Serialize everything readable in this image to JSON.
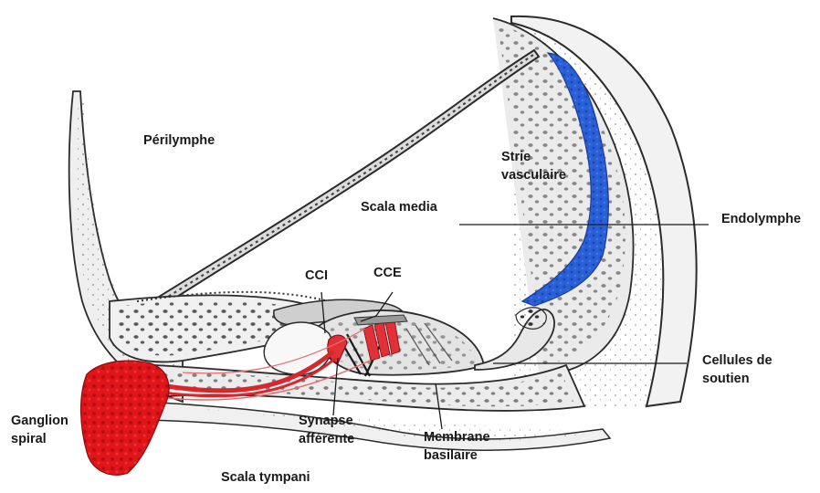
{
  "diagram": {
    "labels": {
      "perilymphe": "Périlymphe",
      "strie_line1": "Strie",
      "strie_line2": "vasculaire",
      "scala_media": "Scala media",
      "endolymphe": "Endolymphe",
      "cci": "CCI",
      "cce": "CCE",
      "cellules_line1": "Cellules de",
      "cellules_line2": "soutien",
      "ganglion_line1": "Ganglion",
      "ganglion_line2": "spiral",
      "synapse_line1": "Synapse",
      "synapse_line2": "afférente",
      "membrane_line1": "Membrane",
      "membrane_line2": "basilaire",
      "scala_tympani": "Scala tympani"
    },
    "colors": {
      "stria_vascularis": "#2a5fd6",
      "spiral_ganglion": "#e0151a",
      "nerve_fibers": "#d8262a",
      "outer_hair_cells": "#e03038",
      "outline": "#2b2b2b",
      "tissue": "#f4f4f4"
    }
  }
}
